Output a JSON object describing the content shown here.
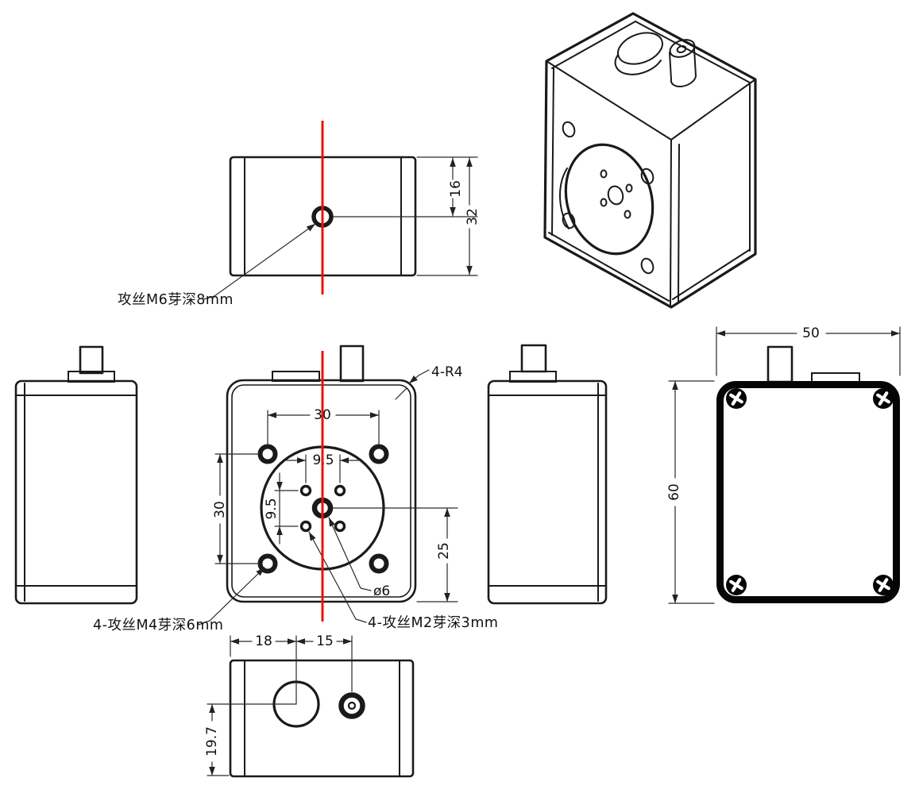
{
  "document": {
    "type": "multi-view mechanical engineering drawing",
    "language": "zh-CN"
  },
  "colors": {
    "line": "#1a1a1a",
    "centerline": "#e8140e",
    "background": "#ffffff",
    "screw_fill": "#000000"
  },
  "annotations": {
    "tap_m6": "攻丝M6芽深8mm",
    "tap_m4": "4-攻丝M4芽深6mm",
    "tap_m2": "4-攻丝M2芽深3mm",
    "corner_radius": "4-R4",
    "center_hole_dia": "ø6"
  },
  "dimensions": {
    "top_view": {
      "hole_offset": "16",
      "depth": "32"
    },
    "front_view": {
      "mount_holes_h": "30",
      "small_holes_h": "9.5",
      "small_holes_v": "9.5",
      "mount_holes_v": "30",
      "center_to_bottom": "25"
    },
    "rear_view": {
      "width": "50",
      "height": "60"
    },
    "bottom_view": {
      "edge_to_large_hole": "18",
      "hole_spacing": "15",
      "hole_to_edge": "19.7"
    }
  }
}
